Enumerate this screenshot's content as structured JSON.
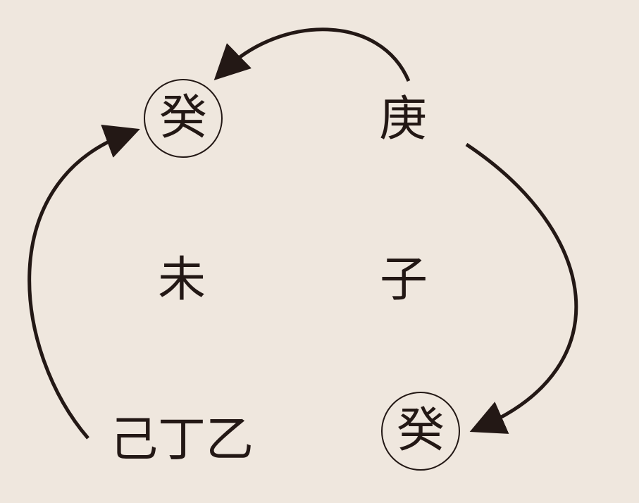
{
  "diagram": {
    "top_left": "癸",
    "top_right": "庚",
    "mid_left": "未",
    "mid_right": "子",
    "bottom_left": "己丁乙",
    "bottom_right": "癸"
  },
  "colors": {
    "background": "#efe7de",
    "ink": "#231815"
  }
}
